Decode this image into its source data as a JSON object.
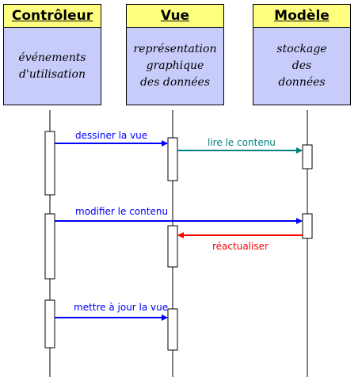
{
  "participants": [
    {
      "id": "controleur",
      "title": "Contrôleur",
      "lines": [
        "événements",
        "d'utilisation"
      ]
    },
    {
      "id": "vue",
      "title": "Vue",
      "lines": [
        "représentation",
        "graphique",
        "des données"
      ]
    },
    {
      "id": "modele",
      "title": "Modèle",
      "lines": [
        "stockage",
        "des",
        "données"
      ]
    }
  ],
  "messages": [
    {
      "label": "dessiner la vue",
      "color": "#0000ff"
    },
    {
      "label": "lire le contenu",
      "color": "#008080"
    },
    {
      "label": "modifier le contenu",
      "color": "#0000ff"
    },
    {
      "label": "réactualiser",
      "color": "#ff0000"
    },
    {
      "label": "mettre à jour la vue",
      "color": "#0000ff"
    }
  ],
  "colors": {
    "header": "#ffff7f",
    "body": "#c8ccfb",
    "blue": "#0000ff",
    "teal": "#008080",
    "red": "#ff0000"
  }
}
